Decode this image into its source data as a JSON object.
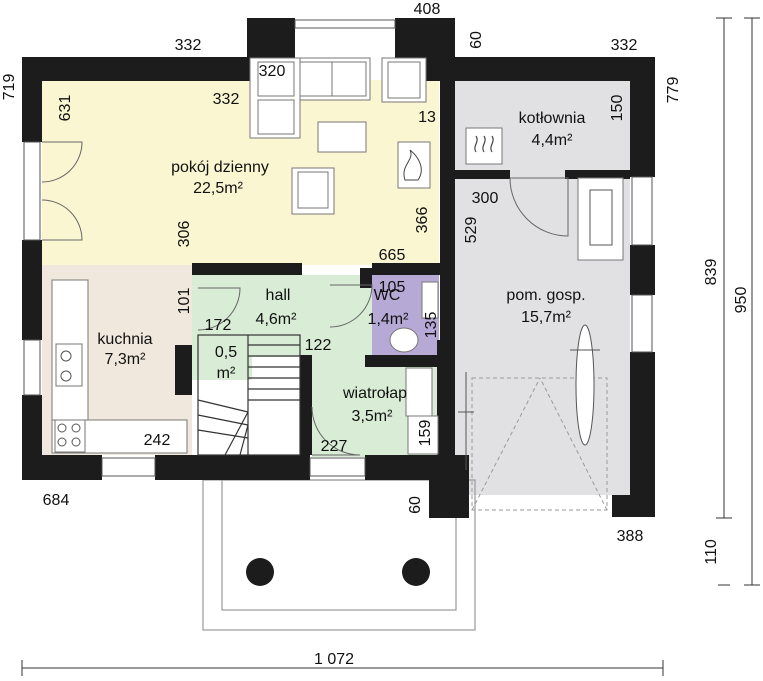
{
  "colors": {
    "wall": "#1c1c1c",
    "living": "#fbf6d2",
    "kitchen": "#f1e8dd",
    "hall": "#d8ecd6",
    "wc": "#b7a9d6",
    "utility": "#e1e1e4",
    "furniture_stroke": "#777777"
  },
  "rooms": [
    {
      "key": "living",
      "name": "pokój dzienny",
      "area": "22,5m²"
    },
    {
      "key": "kitchen",
      "name": "kuchnia",
      "area": "7,3m²"
    },
    {
      "key": "hall",
      "name": "hall",
      "area": "4,6m²"
    },
    {
      "key": "wc",
      "name": "WC",
      "area": "1,4m²"
    },
    {
      "key": "boiler",
      "name": "kotłownia",
      "area": "4,4m²"
    },
    {
      "key": "utility",
      "name": "pom. gosp.",
      "area": "15,7m²"
    },
    {
      "key": "vestibule",
      "name": "wiatrołap",
      "area": "3,5m²"
    },
    {
      "key": "storage",
      "name": "0,5",
      "area": "m²"
    }
  ],
  "dimensions": [
    "408",
    "332",
    "332",
    "60",
    "320",
    "332",
    "13",
    "719",
    "631",
    "779",
    "150",
    "300",
    "529",
    "366",
    "306",
    "665",
    "101",
    "172",
    "105",
    "135",
    "122",
    "242",
    "227",
    "159",
    "684",
    "60",
    "388",
    "839",
    "950",
    "110",
    "1 072"
  ]
}
